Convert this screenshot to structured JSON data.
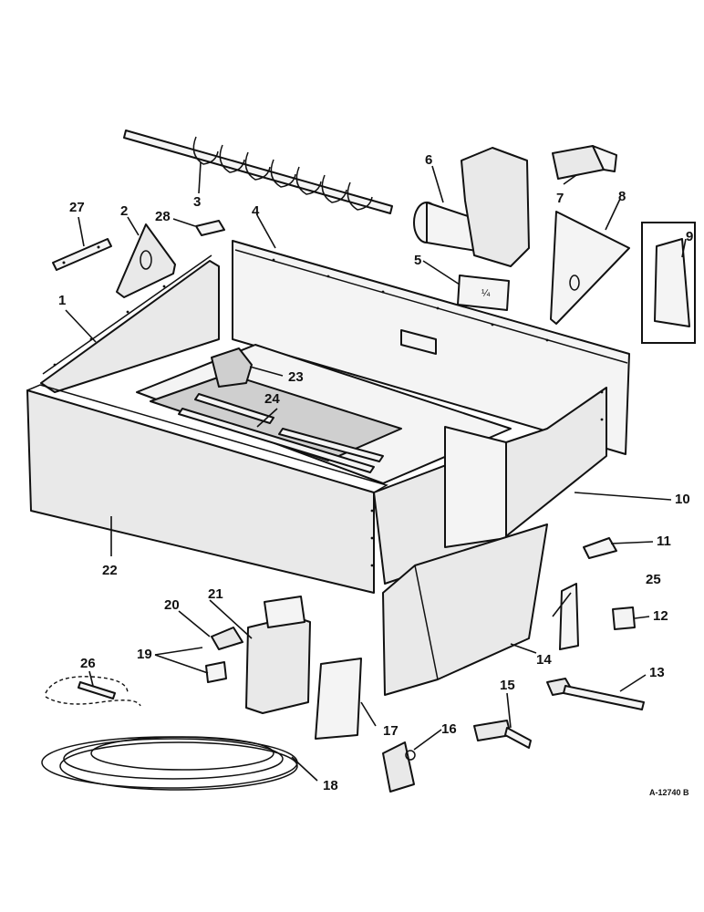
{
  "diagram": {
    "callouts": [
      {
        "id": "c1",
        "label": "1"
      },
      {
        "id": "c2",
        "label": "2"
      },
      {
        "id": "c3",
        "label": "3"
      },
      {
        "id": "c4",
        "label": "4"
      },
      {
        "id": "c5",
        "label": "5"
      },
      {
        "id": "c6",
        "label": "6"
      },
      {
        "id": "c7",
        "label": "7"
      },
      {
        "id": "c8",
        "label": "8"
      },
      {
        "id": "c9",
        "label": "9"
      },
      {
        "id": "c10",
        "label": "10"
      },
      {
        "id": "c11",
        "label": "11"
      },
      {
        "id": "c12",
        "label": "12"
      },
      {
        "id": "c13",
        "label": "13"
      },
      {
        "id": "c14",
        "label": "14"
      },
      {
        "id": "c15",
        "label": "15"
      },
      {
        "id": "c16",
        "label": "16"
      },
      {
        "id": "c17",
        "label": "17"
      },
      {
        "id": "c18",
        "label": "18"
      },
      {
        "id": "c19",
        "label": "19"
      },
      {
        "id": "c20",
        "label": "20"
      },
      {
        "id": "c21",
        "label": "21"
      },
      {
        "id": "c22",
        "label": "22"
      },
      {
        "id": "c23",
        "label": "23"
      },
      {
        "id": "c24",
        "label": "24"
      },
      {
        "id": "c25",
        "label": "25"
      },
      {
        "id": "c26",
        "label": "26"
      },
      {
        "id": "c27",
        "label": "27"
      },
      {
        "id": "c28",
        "label": "28"
      }
    ],
    "reference_code": "A-12740 B",
    "decal_text": "¼"
  }
}
